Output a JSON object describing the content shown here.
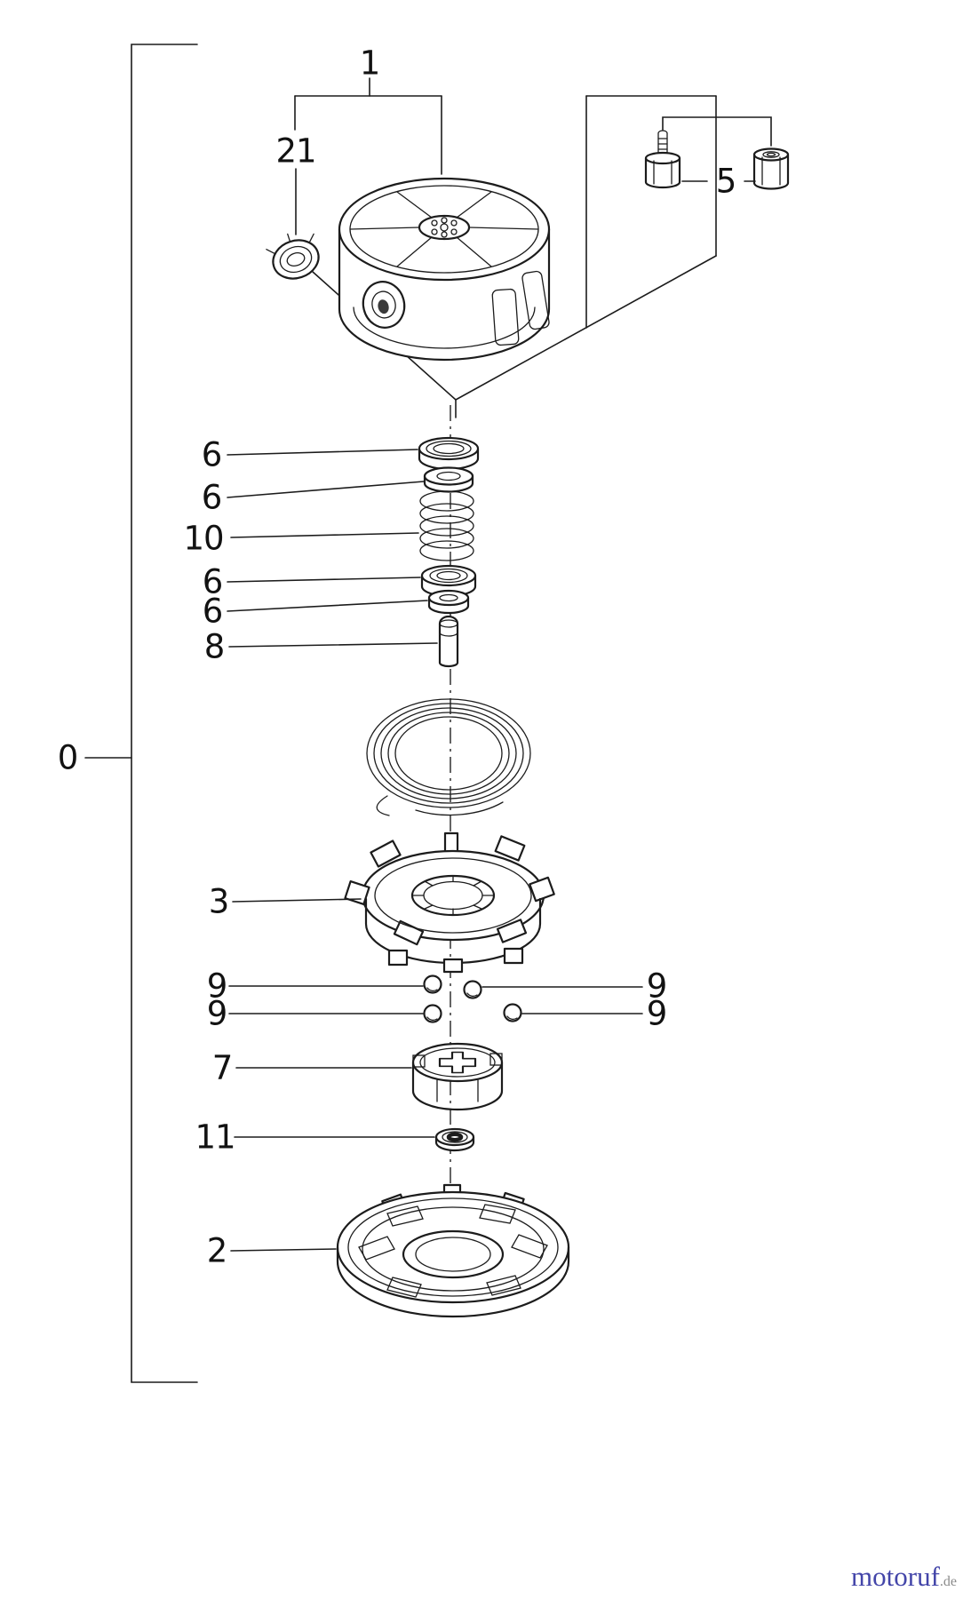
{
  "figure": {
    "kind": "exploded-parts-diagram",
    "line_color": "#1c1c1c",
    "background": "#ffffff"
  },
  "callouts": {
    "assembly": {
      "label": "0"
    },
    "head_cover": {
      "label": "1"
    },
    "grommet": {
      "label": "21"
    },
    "fasteners": {
      "label": "5"
    },
    "washer_top_1": {
      "label": "6"
    },
    "washer_top_2": {
      "label": "6"
    },
    "spring": {
      "label": "10"
    },
    "washer_mid_1": {
      "label": "6"
    },
    "washer_mid_2": {
      "label": "6"
    },
    "pin": {
      "label": "8"
    },
    "spool": {
      "label": "3"
    },
    "ball_left_top": {
      "label": "9"
    },
    "ball_right_top": {
      "label": "9"
    },
    "ball_left_bottom": {
      "label": "9"
    },
    "ball_right_bottom": {
      "label": "9"
    },
    "drive_hub": {
      "label": "7"
    },
    "washer_small": {
      "label": "11"
    },
    "housing_base": {
      "label": "2"
    }
  },
  "watermark": {
    "brand": "motoruf",
    "domain_suffix": ".de",
    "brand_color": "#4345a9",
    "suffix_color": "#8a8a8a"
  }
}
